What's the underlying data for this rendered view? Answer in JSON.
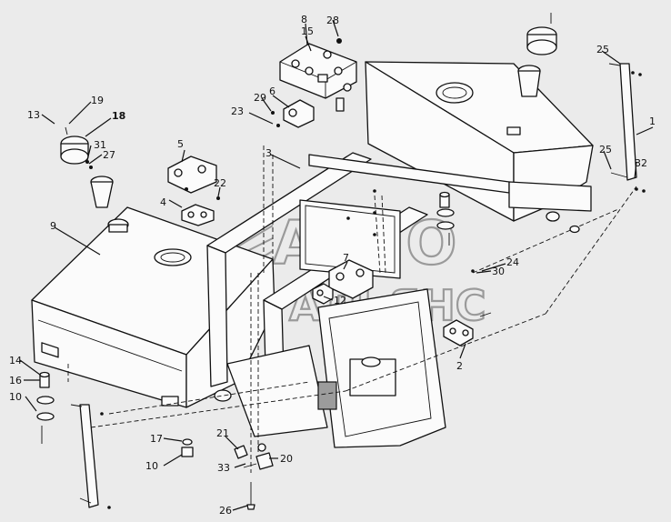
{
  "watermark": {
    "line1": "АВТО",
    "line2": "АЛЬЯНС"
  },
  "callouts": [
    {
      "id": "c1",
      "text": "1",
      "bold": false
    },
    {
      "id": "c2",
      "text": "2",
      "bold": false
    },
    {
      "id": "c3",
      "text": "3",
      "bold": false
    },
    {
      "id": "c4",
      "text": "4",
      "bold": false
    },
    {
      "id": "c5",
      "text": "5",
      "bold": false
    },
    {
      "id": "c6",
      "text": "6",
      "bold": false
    },
    {
      "id": "c7",
      "text": "7",
      "bold": false
    },
    {
      "id": "c8",
      "text": "8",
      "bold": false
    },
    {
      "id": "c9",
      "text": "9",
      "bold": false
    },
    {
      "id": "c10a",
      "text": "10",
      "bold": false
    },
    {
      "id": "c10b",
      "text": "10",
      "bold": false
    },
    {
      "id": "c12",
      "text": "12",
      "bold": false
    },
    {
      "id": "c13",
      "text": "13",
      "bold": false
    },
    {
      "id": "c14",
      "text": "14",
      "bold": false
    },
    {
      "id": "c15",
      "text": "15",
      "bold": false
    },
    {
      "id": "c16",
      "text": "16",
      "bold": false
    },
    {
      "id": "c17",
      "text": "17",
      "bold": false
    },
    {
      "id": "c18",
      "text": "18",
      "bold": true
    },
    {
      "id": "c19",
      "text": "19",
      "bold": false
    },
    {
      "id": "c20",
      "text": "20",
      "bold": false
    },
    {
      "id": "c21",
      "text": "21",
      "bold": false
    },
    {
      "id": "c22",
      "text": "22",
      "bold": false
    },
    {
      "id": "c23",
      "text": "23",
      "bold": false
    },
    {
      "id": "c24",
      "text": "24",
      "bold": false
    },
    {
      "id": "c25a",
      "text": "25",
      "bold": false
    },
    {
      "id": "c25b",
      "text": "25",
      "bold": false
    },
    {
      "id": "c26",
      "text": "26",
      "bold": false
    },
    {
      "id": "c27",
      "text": "27",
      "bold": false
    },
    {
      "id": "c28",
      "text": "28",
      "bold": false
    },
    {
      "id": "c29",
      "text": "29",
      "bold": false
    },
    {
      "id": "c30",
      "text": "30",
      "bold": false
    },
    {
      "id": "c31",
      "text": "31",
      "bold": false
    },
    {
      "id": "c32",
      "text": "32",
      "bold": false
    },
    {
      "id": "c33",
      "text": "33",
      "bold": false
    }
  ]
}
